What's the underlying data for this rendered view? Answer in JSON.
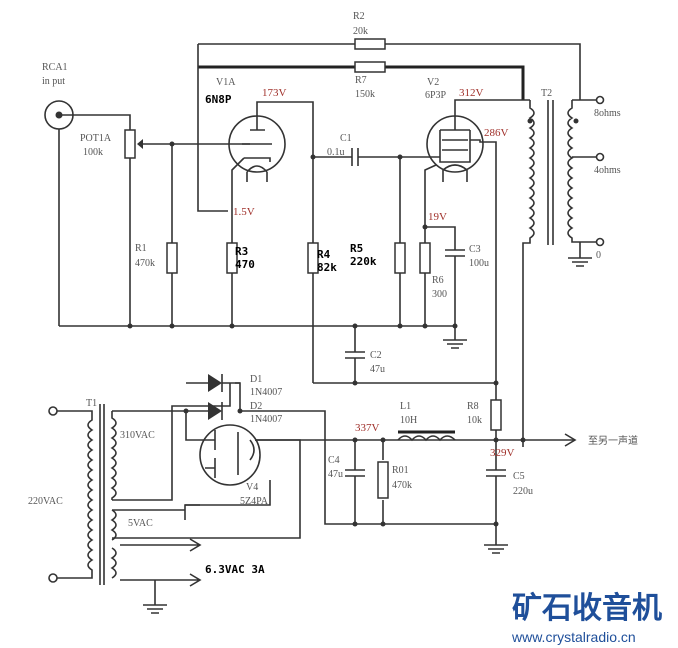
{
  "title": "6N8P + 6P3P single-ended tube amplifier schematic",
  "input": {
    "ref": "RCA1",
    "label": "in put"
  },
  "pot": {
    "ref": "POT1A",
    "value": "100k"
  },
  "tubes": {
    "v1": {
      "ref": "V1A",
      "type": "6N8P",
      "plate_v": "173V",
      "cathode_v": "1.5V"
    },
    "v2": {
      "ref": "V2",
      "type": "6P3P",
      "plate_v": "312V",
      "screen_v": "286V",
      "cathode_v": "19V"
    },
    "v4": {
      "ref": "V4",
      "type": "5Z4PA"
    }
  },
  "resistors": {
    "r1": {
      "ref": "R1",
      "value": "470k"
    },
    "r2": {
      "ref": "R2",
      "value": "20k"
    },
    "r3": {
      "ref": "R3",
      "value": "470"
    },
    "r4": {
      "ref": "R4",
      "value": "82k"
    },
    "r5": {
      "ref": "R5",
      "value": "220k"
    },
    "r6": {
      "ref": "R6",
      "value": "300"
    },
    "r7": {
      "ref": "R7",
      "value": "150k"
    },
    "r8": {
      "ref": "R8",
      "value": "10k"
    },
    "r01": {
      "ref": "R01",
      "value": "470k"
    }
  },
  "capacitors": {
    "c1": {
      "ref": "C1",
      "value": "0.1u"
    },
    "c2": {
      "ref": "C2",
      "value": "47u"
    },
    "c3": {
      "ref": "C3",
      "value": "100u"
    },
    "c4": {
      "ref": "C4",
      "value": "47u"
    },
    "c5": {
      "ref": "C5",
      "value": "220u"
    }
  },
  "diodes": {
    "d1": {
      "ref": "D1",
      "value": "1N4007"
    },
    "d2": {
      "ref": "D2",
      "value": "1N4007"
    }
  },
  "inductor": {
    "ref": "L1",
    "value": "10H"
  },
  "t2": {
    "ref": "T2",
    "taps": [
      "8ohms",
      "4ohms",
      "0"
    ]
  },
  "t1": {
    "ref": "T1",
    "primary": "220VAC",
    "hv": "310VAC",
    "fil5": "5VAC",
    "heater": "6.3VAC  3A"
  },
  "supply": {
    "rectified": "337V",
    "bplus": "329V",
    "to_other_channel": "至另一声道"
  },
  "watermark": {
    "cn": "矿石收音机",
    "url": "www.crystalradio.cn"
  }
}
